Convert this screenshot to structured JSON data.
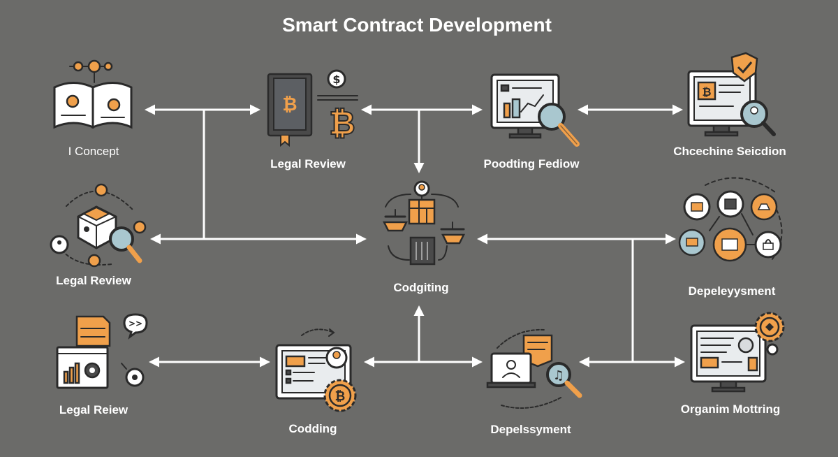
{
  "title": "Smart Contract Development",
  "nodes": {
    "concept": {
      "label": "I Concept",
      "icon": "open-book-gears-icon"
    },
    "legal_review_top": {
      "label": "Legal Review",
      "icon": "bitcoin-ledger-book-icon"
    },
    "poodting_fediow": {
      "label": "Poodting Fediow",
      "icon": "monitor-chart-magnifier-icon"
    },
    "chcechine_seicdion": {
      "label": "Chcechine Seicdion",
      "icon": "monitor-bitcoin-shield-icon"
    },
    "legal_review_mid": {
      "label": "Legal Review",
      "icon": "cube-magnifier-icon"
    },
    "codgiting": {
      "label": "Codgiting",
      "icon": "blockchain-scales-icon"
    },
    "depeleyysment": {
      "label": "Depeleyysment",
      "icon": "network-circles-icon"
    },
    "legal_reiew": {
      "label": "Legal Reiew",
      "icon": "document-dashboard-icon"
    },
    "codding": {
      "label": "Codding",
      "icon": "monitor-coin-gear-icon"
    },
    "depelssyment": {
      "label": "Depelssyment",
      "icon": "laptop-scroll-magnifier-icon"
    },
    "organim_mottring": {
      "label": "Organim Mottring",
      "icon": "monitor-gear-icon"
    }
  },
  "colors": {
    "background": "#6b6b69",
    "accent": "#f0a04b",
    "line": "#ffffff",
    "ink": "#2a2a2a"
  }
}
